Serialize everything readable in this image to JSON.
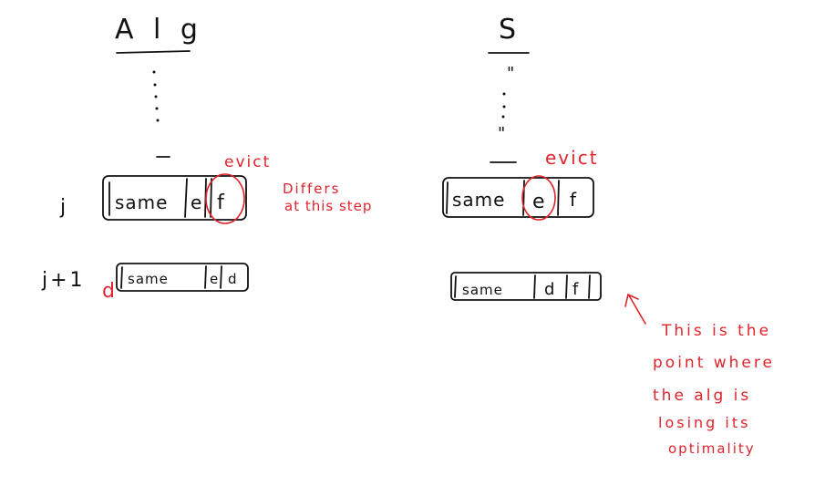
{
  "left_column": {
    "title": "A l g",
    "row_j_label": "j",
    "row_j1_label": "j+1",
    "row_j_cells": [
      "same",
      "e",
      "f"
    ],
    "row_j1_cells": [
      "same",
      "e",
      "d"
    ],
    "evict_label": "evict",
    "inserted_mark": "d",
    "note_line1": "Differs",
    "note_line2": "at this step"
  },
  "right_column": {
    "title": "S",
    "ditto_top": "\"",
    "ditto_bottom": "\"",
    "row_j_cells": [
      "same",
      "e",
      "f"
    ],
    "row_j1_cells": [
      "same",
      "d",
      "f"
    ],
    "evict_label": "evict",
    "arrow_note": [
      "This is the",
      "point where",
      "the alg is",
      "losing its",
      "optimality"
    ]
  },
  "colors": {
    "ink": "#111111",
    "annotation": "#e0242b",
    "background": "#ffffff"
  }
}
